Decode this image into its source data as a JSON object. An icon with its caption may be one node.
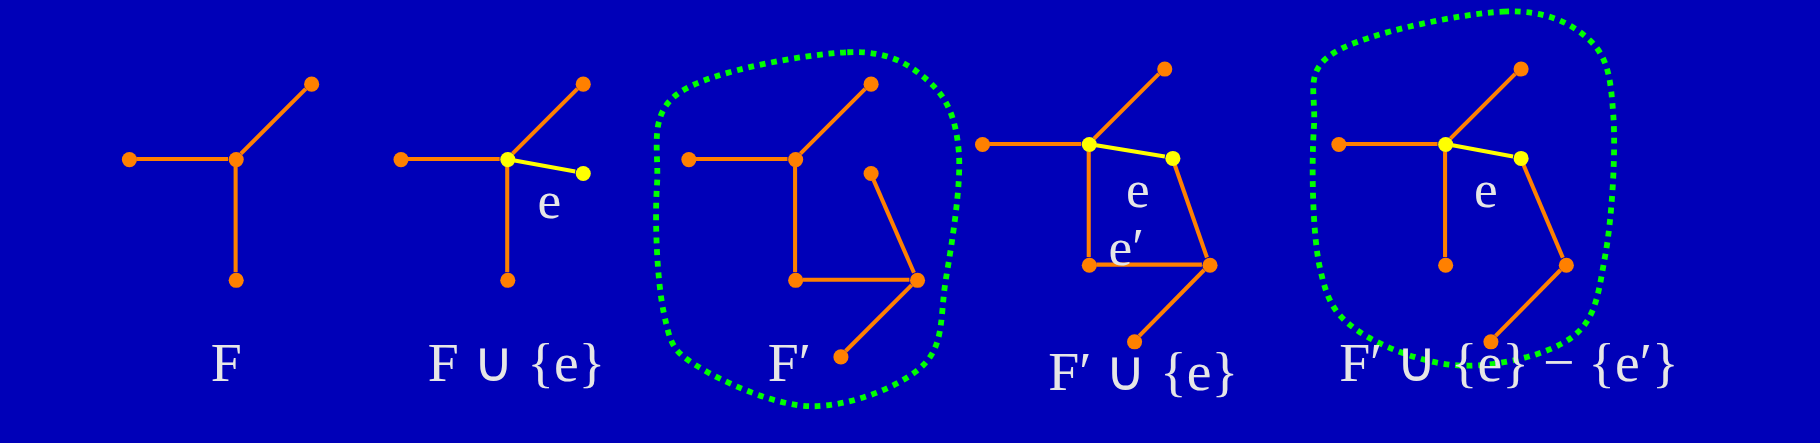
{
  "diagram": {
    "nodes": [
      {
        "text": [],
        "shape": "circle"
      },
      {
        "text": [],
        "shape": "circle"
      },
      {
        "text": [],
        "shape": "circle"
      },
      {
        "text": [],
        "shape": "circle"
      },
      {
        "text": [],
        "shape": "circle"
      },
      {
        "text": [],
        "shape": "circle"
      },
      {
        "text": [],
        "shape": "circle"
      },
      {
        "text": [],
        "shape": "circle"
      },
      {
        "text": [],
        "shape": "circle"
      },
      {
        "text": [],
        "shape": "cloud"
      },
      {
        "text": [],
        "shape": "circle",
        "in": 9
      },
      {
        "text": [],
        "shape": "circle",
        "in": 9
      },
      {
        "text": [],
        "shape": "circle",
        "in": 9
      },
      {
        "text": [],
        "shape": "circle",
        "in": 9
      },
      {
        "text": [],
        "shape": "circle",
        "in": 9
      },
      {
        "text": [],
        "shape": "circle",
        "in": 9
      },
      {
        "text": [],
        "shape": "circle",
        "in": 9
      },
      {
        "text": [],
        "shape": "circle"
      },
      {
        "text": [],
        "shape": "circle"
      },
      {
        "text": [],
        "shape": "circle"
      },
      {
        "text": [],
        "shape": "circle"
      },
      {
        "text": [],
        "shape": "circle"
      },
      {
        "text": [],
        "shape": "circle"
      },
      {
        "text": [],
        "shape": "circle"
      },
      {
        "text": [],
        "shape": "cloud"
      },
      {
        "text": [],
        "shape": "circle",
        "in": 24
      },
      {
        "text": [],
        "shape": "circle",
        "in": 24
      },
      {
        "text": [],
        "shape": "circle",
        "in": 24
      },
      {
        "text": [],
        "shape": "circle",
        "in": 24
      },
      {
        "text": [],
        "shape": "circle",
        "in": 24
      },
      {
        "text": [],
        "shape": "circle",
        "in": 24
      },
      {
        "text": [],
        "shape": "circle",
        "in": 24
      }
    ],
    "edges": [
      {
        "from": 0,
        "to": 1,
        "arrow": "none"
      },
      {
        "from": 0,
        "to": 2,
        "arrow": "none"
      },
      {
        "from": 0,
        "to": 3,
        "arrow": "none"
      },
      {
        "from": 4,
        "to": 5,
        "arrow": "none"
      },
      {
        "from": 4,
        "to": 6,
        "arrow": "none"
      },
      {
        "from": 4,
        "to": 7,
        "arrow": "none",
        "label": "e",
        "color": "#ffff00"
      },
      {
        "from": 4,
        "to": 8,
        "arrow": "none"
      },
      {
        "from": 10,
        "to": 11,
        "arrow": "none"
      },
      {
        "from": 10,
        "to": 12,
        "arrow": "none"
      },
      {
        "from": 10,
        "to": 14,
        "arrow": "none"
      },
      {
        "from": 14,
        "to": 15,
        "arrow": "none"
      },
      {
        "from": 13,
        "to": 15,
        "arrow": "none"
      },
      {
        "from": 15,
        "to": 16,
        "arrow": "none"
      },
      {
        "from": 17,
        "to": 18,
        "arrow": "none"
      },
      {
        "from": 17,
        "to": 19,
        "arrow": "none"
      },
      {
        "from": 17,
        "to": 20,
        "arrow": "none",
        "label": "e",
        "color": "#ffff00"
      },
      {
        "from": 17,
        "to": 21,
        "arrow": "none"
      },
      {
        "from": 20,
        "to": 22,
        "arrow": "none"
      },
      {
        "from": 21,
        "to": 22,
        "arrow": "none",
        "label": "e′"
      },
      {
        "from": 22,
        "to": 23,
        "arrow": "none"
      },
      {
        "from": 25,
        "to": 26,
        "arrow": "none"
      },
      {
        "from": 25,
        "to": 27,
        "arrow": "none"
      },
      {
        "from": 25,
        "to": 28,
        "arrow": "none",
        "label": "e",
        "color": "#ffff00"
      },
      {
        "from": 25,
        "to": 29,
        "arrow": "none"
      },
      {
        "from": 28,
        "to": 30,
        "arrow": "none"
      },
      {
        "from": 30,
        "to": 31,
        "arrow": "none"
      }
    ],
    "labels": [
      "F",
      "F ∪ {e}",
      "F′",
      "F′ ∪ {e}",
      "F′ ∪ {e} − {e′}"
    ]
  }
}
